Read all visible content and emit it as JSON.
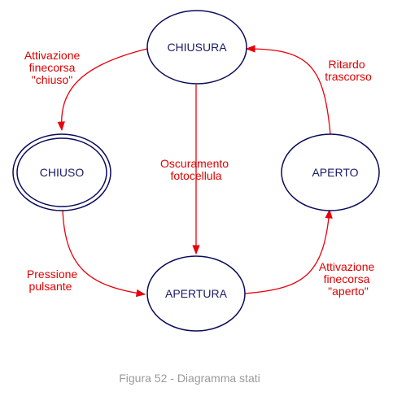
{
  "colors": {
    "state_stroke": "#0a0a5a",
    "state_text": "#1a1a66",
    "edge": "#e8000b",
    "edge_text": "#e00000",
    "caption": "#9a9a9a"
  },
  "states": {
    "chiusura": "CHIUSURA",
    "chiuso": "CHIUSO",
    "aperto": "APERTO",
    "apertura": "APERTURA"
  },
  "edges": {
    "chiusura_to_chiuso": [
      "Attivazione",
      "finecorsa",
      "\"chiuso\""
    ],
    "chiusura_to_apertura": [
      "Oscuramento",
      "fotocellula"
    ],
    "aperto_to_chiusura": [
      "Ritardo",
      "trascorso"
    ],
    "chiuso_to_apertura": [
      "Pressione",
      "pulsante"
    ],
    "apertura_to_aperto": [
      "Attivazione",
      "finecorsa",
      "\"aperto\""
    ]
  },
  "caption": "Figura 52 - Diagramma stati"
}
